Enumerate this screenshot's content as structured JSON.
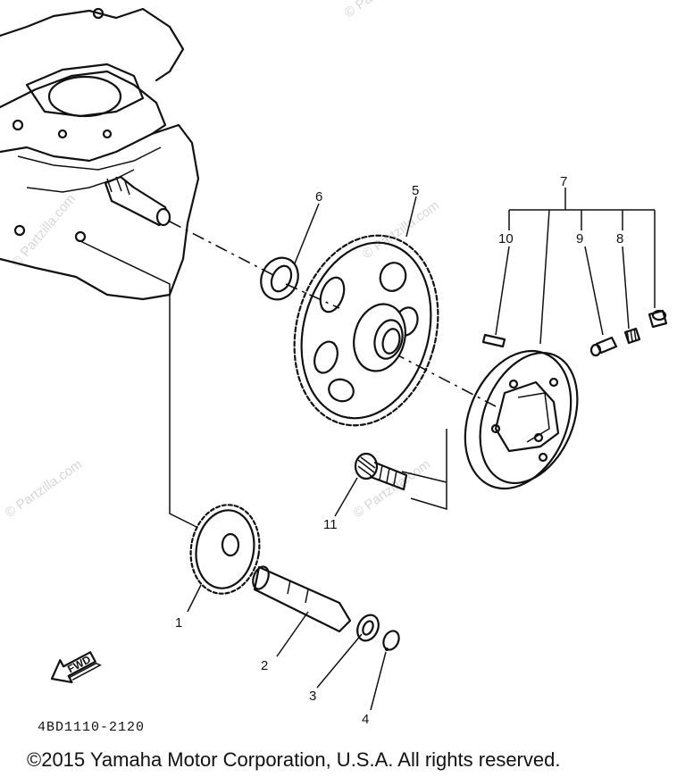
{
  "callouts": {
    "c1": "1",
    "c2": "2",
    "c3": "3",
    "c4": "4",
    "c5": "5",
    "c6": "6",
    "c7": "7",
    "c8": "8",
    "c9": "9",
    "c10": "10",
    "c11": "11"
  },
  "part_code": "4BD1110-2120",
  "fwd_label": "FWD",
  "watermark": "© Partzilla.com",
  "copyright": "©2015  Yamaha Motor Corporation, U.S.A. All rights reserved."
}
